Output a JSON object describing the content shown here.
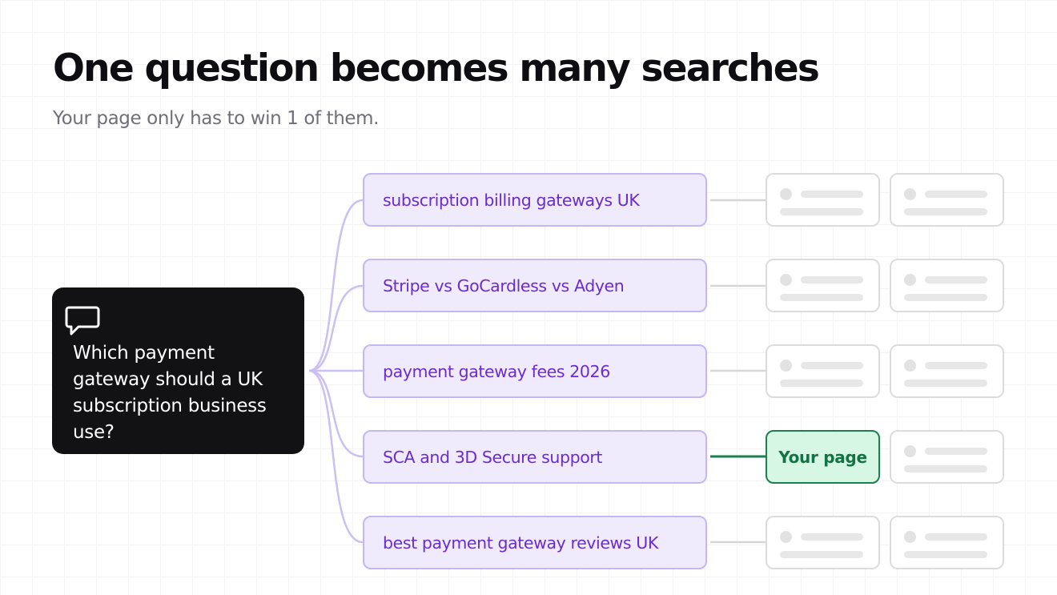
{
  "header": {
    "title": "One question becomes many searches",
    "subtitle": "Your page only has to win 1 of them."
  },
  "question": {
    "icon": "chat-bubble-icon",
    "text": "Which payment gateway should a UK subscription business use?"
  },
  "queries": [
    {
      "label": "subscription billing gateways UK",
      "highlight": false
    },
    {
      "label": "Stripe vs GoCardless vs Adyen",
      "highlight": false
    },
    {
      "label": "payment gateway fees 2026",
      "highlight": false
    },
    {
      "label": "SCA and 3D Secure support",
      "highlight": true
    },
    {
      "label": "best payment gateway reviews UK",
      "highlight": false
    }
  ],
  "highlight_result": {
    "label": "Your page"
  },
  "colors": {
    "query_bg": "#efebfd",
    "query_border": "#c5b7f3",
    "query_text": "#6a2ccf",
    "highlight_bg": "#d5f7e4",
    "highlight_border": "#1b7f4f",
    "question_bg": "#121214"
  }
}
